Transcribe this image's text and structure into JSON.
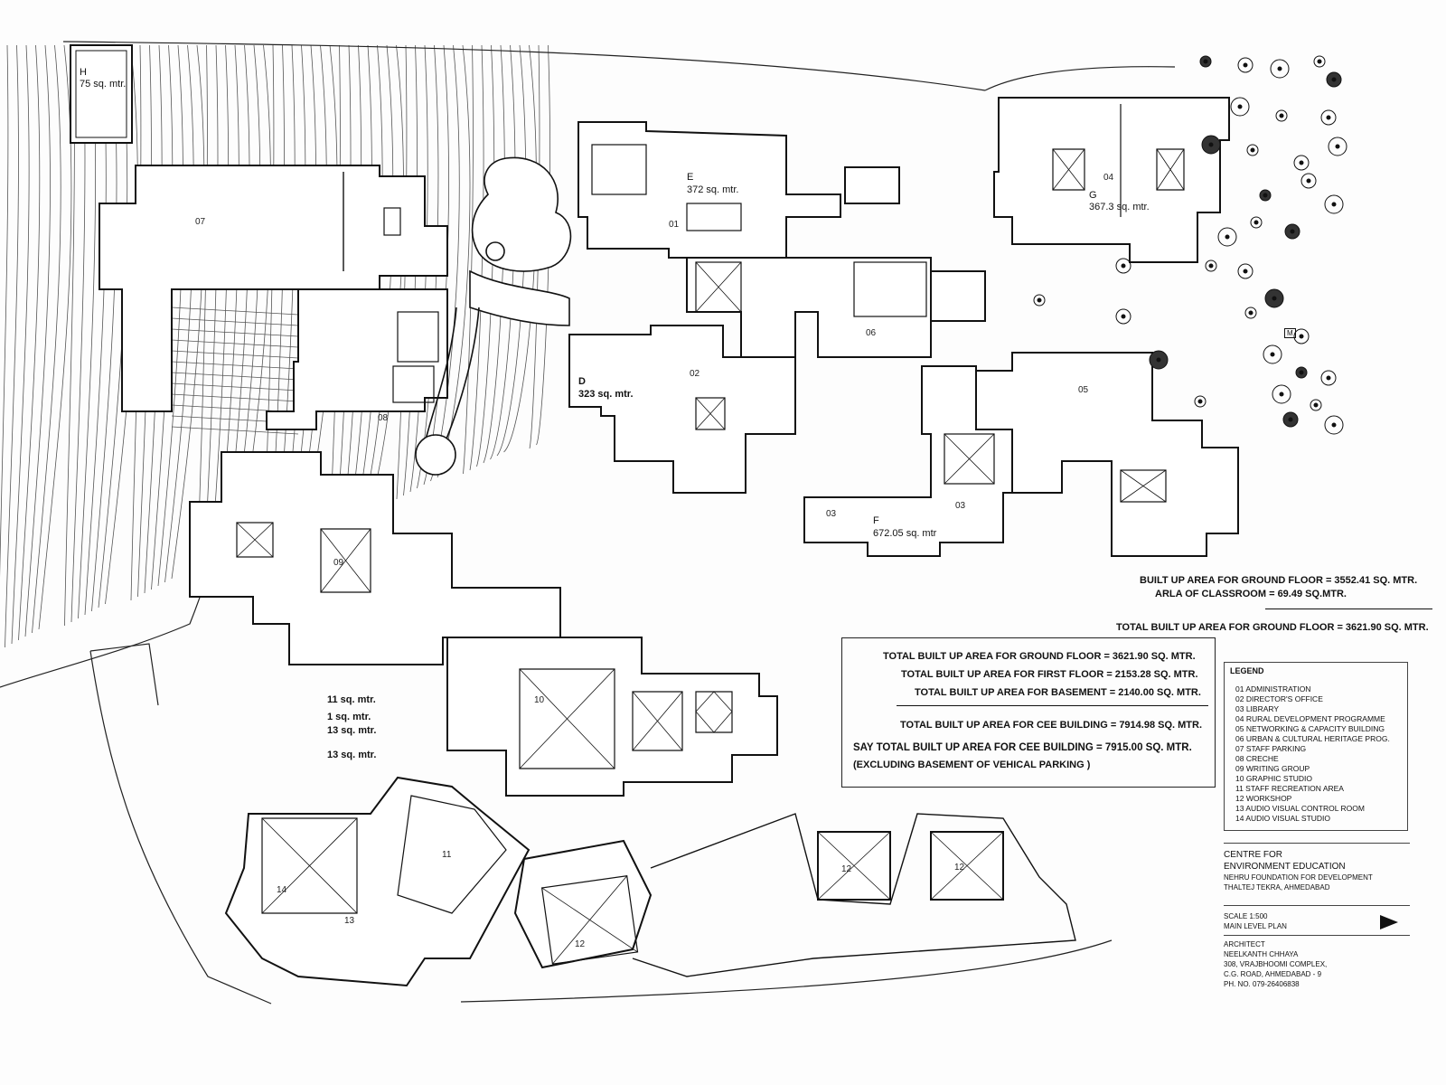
{
  "rooms": {
    "r01": "01",
    "r02": "02",
    "r03a": "03",
    "r03b": "03",
    "r04": "04",
    "r05": "05",
    "r06": "06",
    "r07": "07",
    "r08": "08",
    "r09": "09",
    "r10": "10",
    "r11": "11",
    "r12a": "12",
    "r12b": "12",
    "r12c": "12",
    "r13": "13",
    "r14": "14"
  },
  "zones": {
    "h_letter": "H",
    "h_area": "75 sq. mtr.",
    "e_letter": "E",
    "e_area": "372 sq. mtr.",
    "d_letter": "D",
    "d_area": "323 sq. mtr.",
    "g_letter": "G",
    "g_area": "367.3 sq. mtr.",
    "f_letter": "F",
    "f_area": "672.05 sq. mtr",
    "m_letter": "M"
  },
  "small_areas": {
    "a11": "11 sq. mtr.",
    "a1": "1 sq. mtr.",
    "a13": "13 sq. mtr.",
    "a13b": "13 sq. mtr."
  },
  "ground_floor_notes": {
    "built_up": "BUILT UP AREA FOR GROUND FLOOR  =  3552.41 SQ. MTR.",
    "classroom": "ARLA OF CLASSROOM    =   69.49  SQ.MTR.",
    "total": "TOTAL BUILT UP AREA FOR GROUND FLOOR  =  3621.90 SQ. MTR."
  },
  "summary": {
    "ground": "TOTAL BUILT UP AREA FOR GROUND FLOOR  =  3621.90 SQ. MTR.",
    "first": "TOTAL BUILT UP AREA FOR FIRST FLOOR  =  2153.28 SQ. MTR.",
    "basement": "TOTAL BUILT UP AREA FOR BASEMENT  =  2140.00 SQ. MTR.",
    "cee": "TOTAL BUILT UP AREA FOR CEE BUILDING =  7914.98 SQ. MTR.",
    "say": "SAY TOTAL BUILT UP AREA FOR CEE BUILDING =   7915.00 SQ. MTR.",
    "excluding": "(EXCLUDING BASEMENT OF  VEHICAL PARKING )"
  },
  "legend": {
    "title": "LEGEND",
    "items": [
      "01  ADMINISTRATION",
      "02  DIRECTOR'S OFFICE",
      "03  LIBRARY",
      "04  RURAL DEVELOPMENT PROGRAMME",
      "05  NETWORKING & CAPACITY BUILDING",
      "06  URBAN & CULTURAL HERITAGE PROG.",
      "07  STAFF PARKING",
      "08  CRECHE",
      "09  WRITING GROUP",
      "10  GRAPHIC STUDIO",
      "11  STAFF RECREATION AREA",
      "12  WORKSHOP",
      "13  AUDIO VISUAL CONTROL ROOM",
      "14  AUDIO VISUAL STUDIO"
    ]
  },
  "title_block": {
    "centre": "CENTRE FOR",
    "env": "ENVIRONMENT EDUCATION",
    "nehru": "NEHRU FOUNDATION FOR DEVELOPMENT",
    "location": "THALTEJ TEKRA, AHMEDABAD",
    "scale": "SCALE    1:500",
    "plan": "MAIN LEVEL PLAN",
    "architect_label": "ARCHITECT",
    "architect_name": "NEELKANTH CHHAYA",
    "addr1": "308, VRAJBHOOMI COMPLEX,",
    "addr2": "C.G. ROAD, AHMEDABAD - 9",
    "phone": "PH. NO.   079-26406838"
  },
  "icons": {
    "north": "north-arrow-icon",
    "tree": "tree-symbol-icon"
  },
  "colors": {
    "ink": "#111111",
    "paper": "#fdfdfd",
    "hatch": "#555555"
  }
}
